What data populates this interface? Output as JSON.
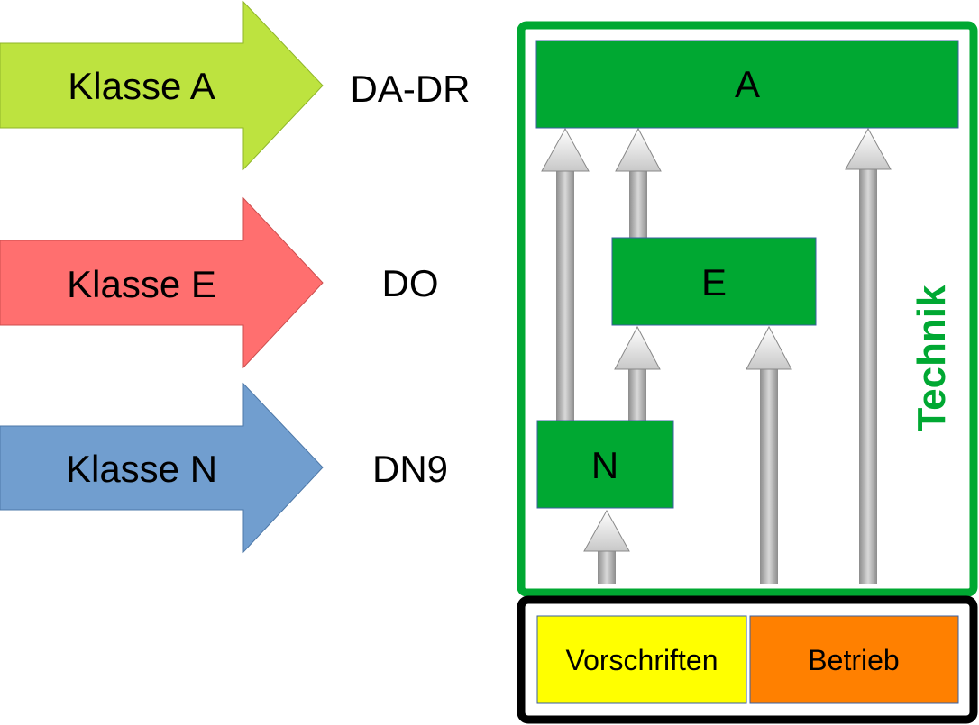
{
  "classes": [
    {
      "label": "Klasse A",
      "code": "DA-DR",
      "color": "#bde33f"
    },
    {
      "label": "Klasse E",
      "code": "DO",
      "color": "#ff6f6f"
    },
    {
      "label": "Klasse N",
      "code": "DN9",
      "color": "#719ecf"
    }
  ],
  "technik": {
    "title": "Technik",
    "frame_color": "#00a832",
    "box_color": "#00a832",
    "boxes": {
      "a": "A",
      "e": "E",
      "n": "N"
    }
  },
  "base": {
    "frame_color": "#000000",
    "left": {
      "label": "Vorschriften",
      "color": "#ffff00"
    },
    "right": {
      "label": "Betrieb",
      "color": "#ff8000"
    }
  }
}
